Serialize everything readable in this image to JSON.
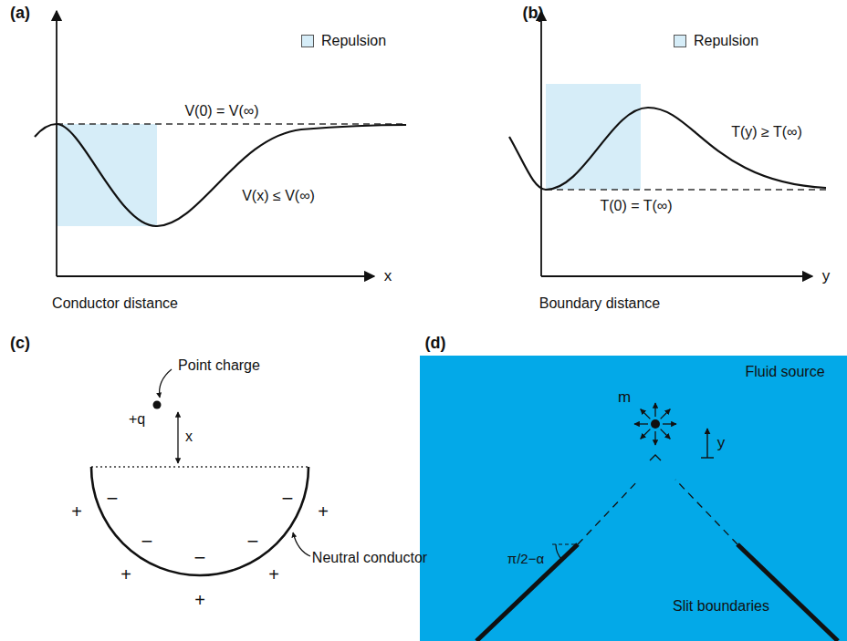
{
  "diagram": {
    "labels": [
      "(a)",
      "V(0) = V(∞)",
      "V(x) ≤ V(∞)",
      "x",
      "Conductor distance",
      "(b)",
      "T(y) ≥ T(∞)",
      "T(0) = T(∞)",
      "y",
      "Boundary distance",
      "(c)",
      "Point charge",
      "+q",
      "x",
      "Neutral conductor",
      "−",
      "−",
      "−",
      "−",
      "−",
      "+",
      "+",
      "+",
      "+",
      "+",
      "(d)",
      "Fluid source",
      "m",
      "y",
      "π/2−α",
      "Slit boundaries"
    ],
    "legend": [
      {
        "text": "Repulsion",
        "color": "#d6edf8"
      },
      {
        "text": "Repulsion",
        "color": "#d6edf8"
      }
    ]
  }
}
